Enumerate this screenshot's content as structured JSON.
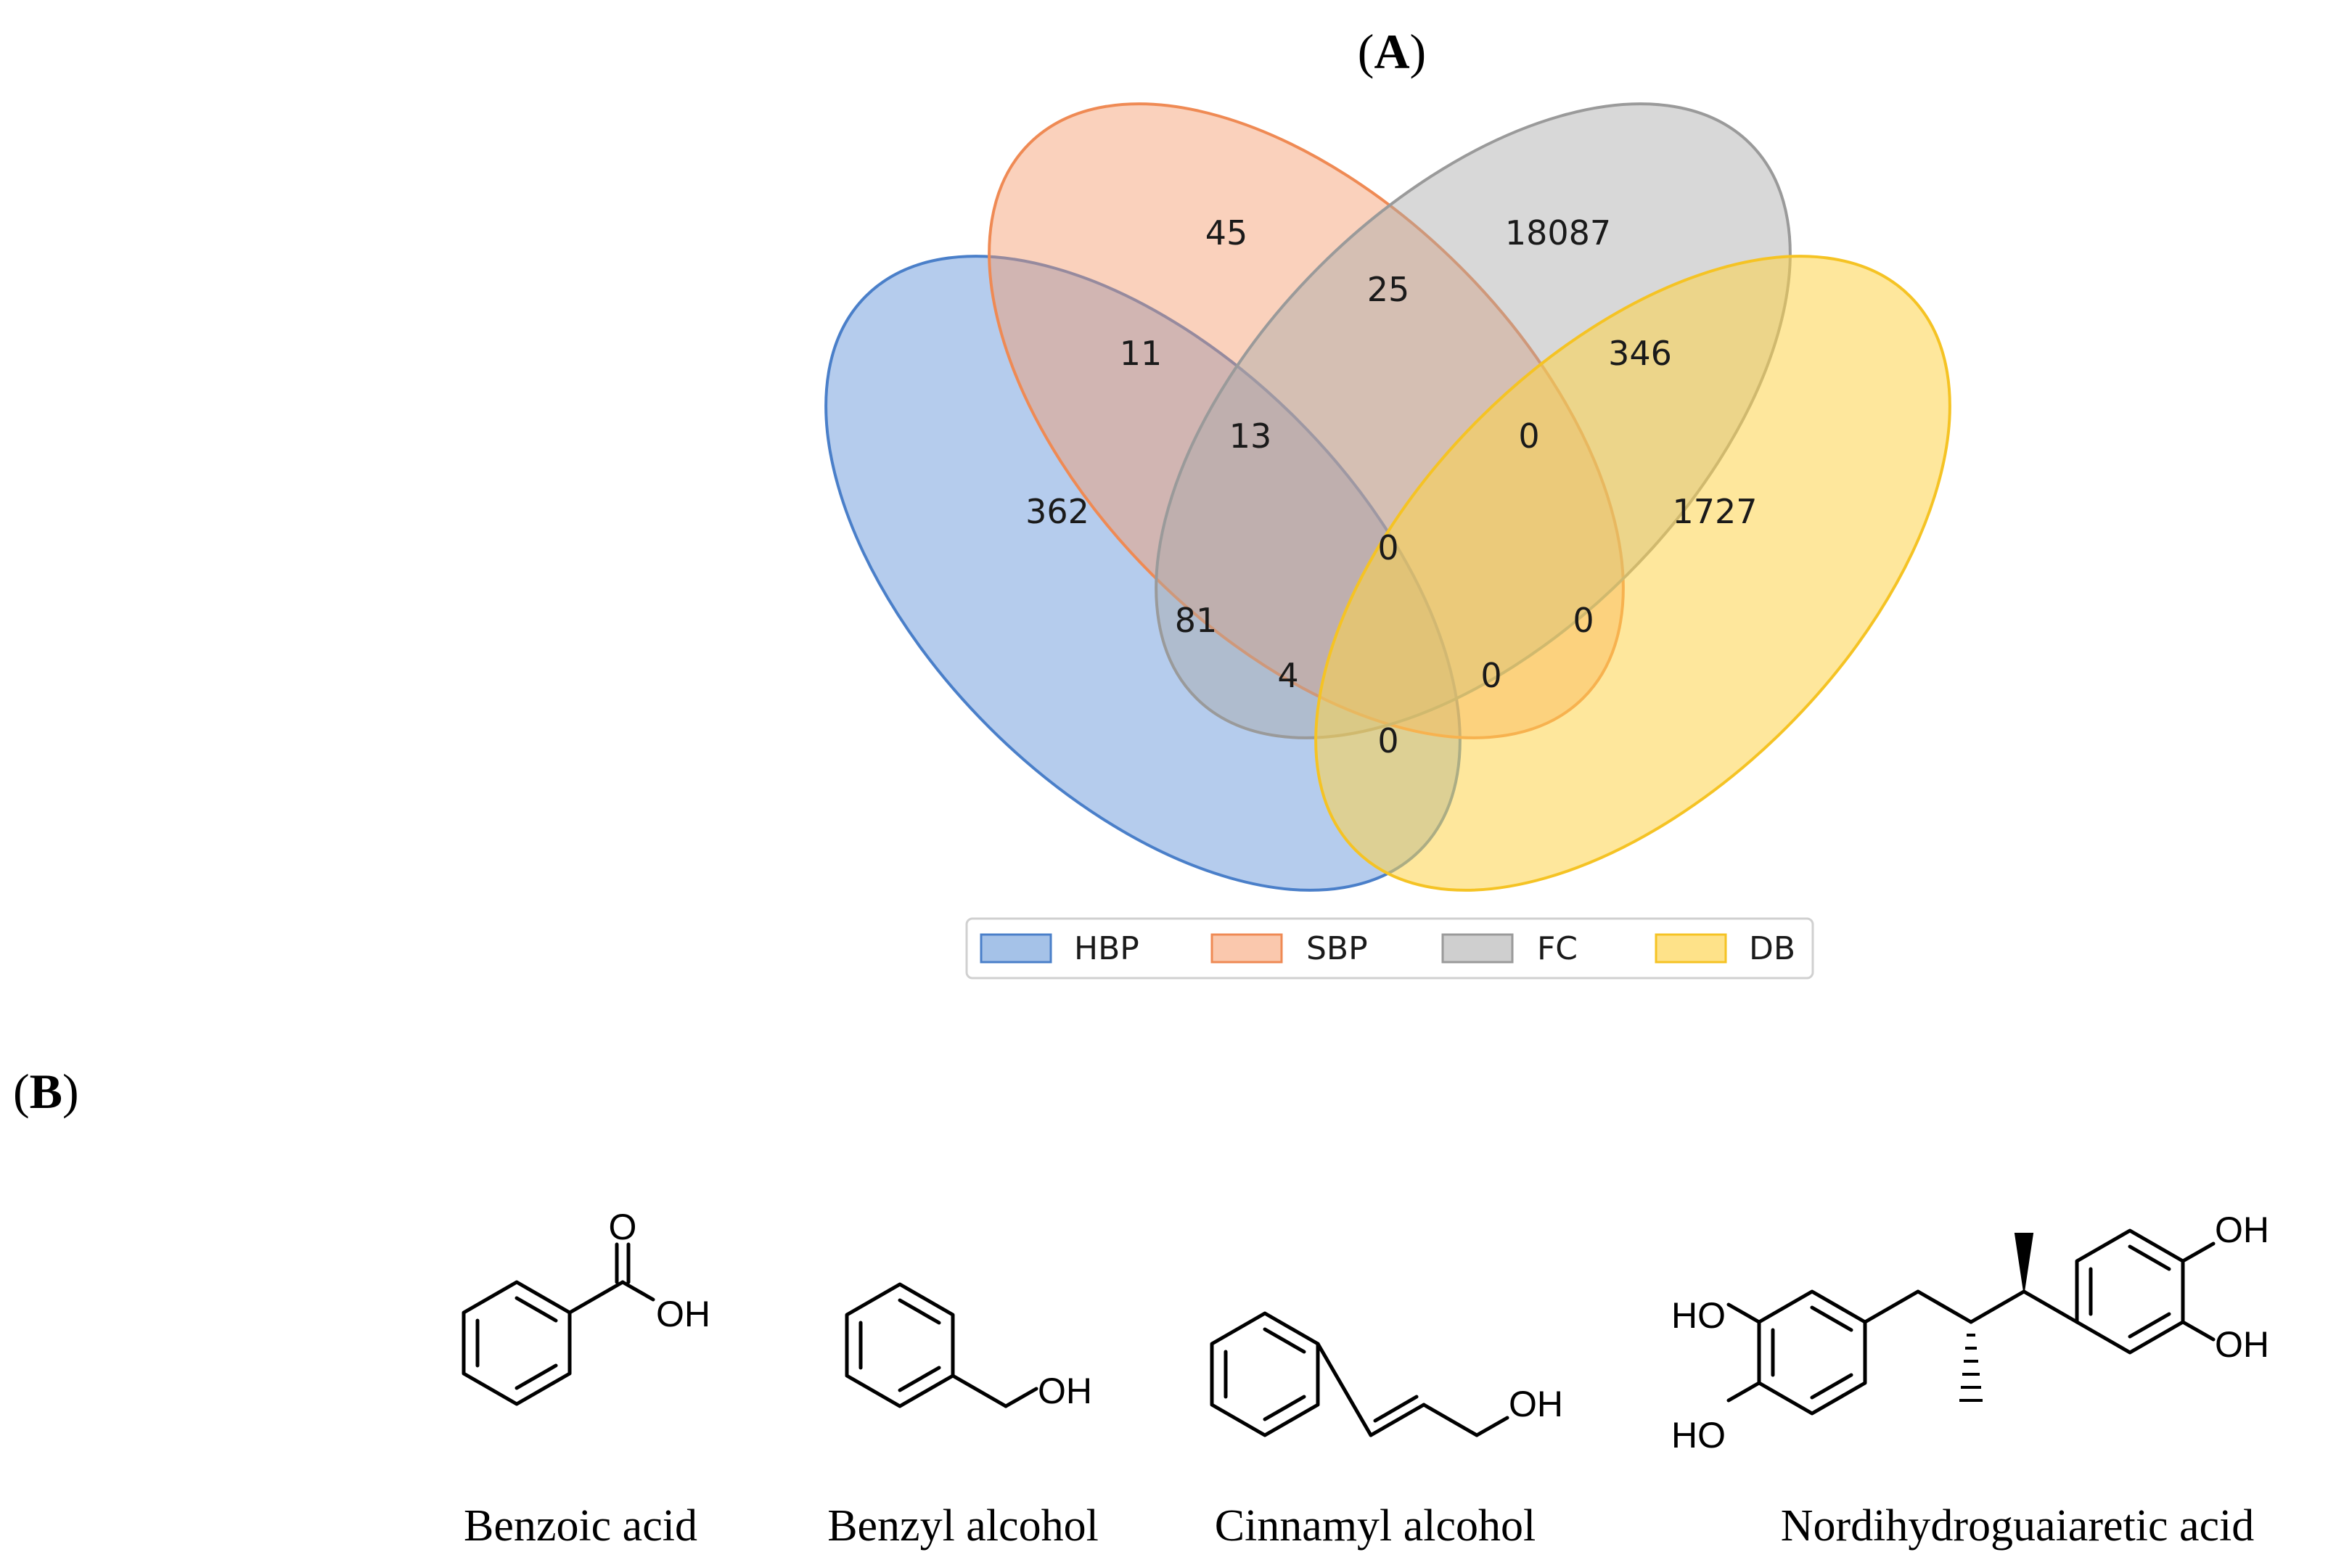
{
  "panel_a": {
    "open": "(",
    "letter": "A",
    "close": ")"
  },
  "panel_b": {
    "open": "(",
    "letter": "B",
    "close": ")"
  },
  "venn": {
    "sets": [
      {
        "name": "HBP",
        "color": "#5b8fd6"
      },
      {
        "name": "SBP",
        "color": "#f59a6a"
      },
      {
        "name": "FC",
        "color": "#a8a8a8"
      },
      {
        "name": "DB",
        "color": "#fdd34a"
      }
    ],
    "regions": {
      "sbp_only": "45",
      "fc_only": "18087",
      "sbp_fc": "25",
      "hbp_sbp": "11",
      "fc_db": "346",
      "hbp_sbp_fc": "13",
      "sbp_fc_db": "0",
      "hbp_only": "362",
      "db_only": "1727",
      "all_four": "0",
      "hbp_fc": "81",
      "sbp_db": "0",
      "hbp_fc_db": "4",
      "hbp_sbp_db": "0",
      "hbp_db": "0"
    }
  },
  "molecules": {
    "benzoic_acid": {
      "name": "Benzoic acid",
      "o": "O",
      "oh": "OH"
    },
    "benzyl_alcohol": {
      "name": "Benzyl alcohol",
      "oh": "OH"
    },
    "cinnamyl_alcohol": {
      "name": "Cinnamyl alcohol",
      "oh": "OH"
    },
    "ndga": {
      "name": "Nordihydroguaiaretic acid",
      "oh_tr": "OH",
      "oh_r": "OH",
      "ho_l": "HO",
      "ho_bl": "HO"
    }
  }
}
